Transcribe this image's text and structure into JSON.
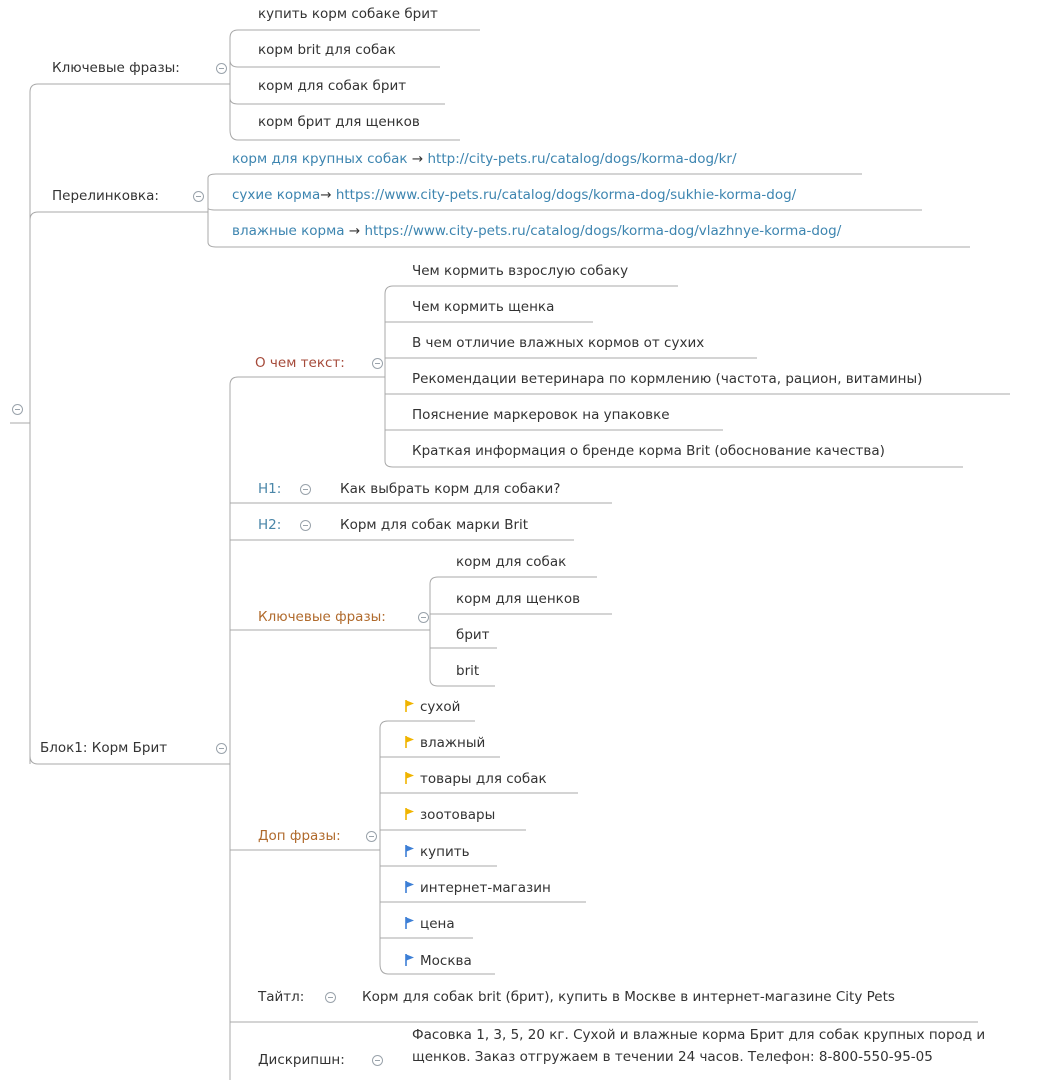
{
  "colors": {
    "line": "#a9a9a9",
    "link": "#3d85b0",
    "flag_yellow": "#f0b400",
    "flag_blue": "#3d7fd6"
  },
  "top_keyphrases": {
    "label": "Ключевые фразы:",
    "items": [
      "купить корм собаке брит",
      "корм brit для собак",
      "корм для собак брит",
      "корм брит для щенков"
    ]
  },
  "interlinking": {
    "label": "Перелинковка:",
    "items": [
      {
        "anchor": "корм для крупных собак",
        "arrow": "→",
        "url": "http://city-pets.ru/catalog/dogs/korma-dog/kr/"
      },
      {
        "anchor": "сухие корма",
        "arrow": "→",
        "url": "https://www.city-pets.ru/catalog/dogs/korma-dog/sukhie-korma-dog/"
      },
      {
        "anchor": "влажные корма",
        "arrow": "→",
        "url": "https://www.city-pets.ru/catalog/dogs/korma-dog/vlazhnye-korma-dog/"
      }
    ]
  },
  "block1": {
    "label": "Блок1: Корм Брит",
    "about": {
      "label": "О чем текст:",
      "items": [
        "Чем кормить взрослую собаку",
        "Чем кормить щенка",
        "В чем отличие влажных кормов от сухих",
        "Рекомендации ветеринара по кормлению (частота, рацион, витамины)",
        "Пояснение маркеровок на упаковке",
        "Краткая информация о бренде корма Brit (обоснование качества)"
      ]
    },
    "h1": {
      "label": "H1:",
      "value": "Как выбрать корм для собаки?"
    },
    "h2": {
      "label": "H2:",
      "value": "Корм для собак марки Brit"
    },
    "keyphrases": {
      "label": "Ключевые фразы:",
      "items": [
        "корм для собак",
        "корм для щенков",
        "брит",
        "brit"
      ]
    },
    "extra": {
      "label": "Доп фразы:",
      "items": [
        {
          "text": "сухой",
          "flag": "yellow"
        },
        {
          "text": "влажный",
          "flag": "yellow"
        },
        {
          "text": "товары для собак",
          "flag": "yellow"
        },
        {
          "text": "зоотовары",
          "flag": "yellow"
        },
        {
          "text": "купить",
          "flag": "blue"
        },
        {
          "text": "интернет-магазин",
          "flag": "blue"
        },
        {
          "text": "цена",
          "flag": "blue"
        },
        {
          "text": "Москва",
          "flag": "blue"
        }
      ]
    },
    "title": {
      "label": "Тайтл:",
      "value": "Корм для собак brit (брит), купить в Москве в интернет-магазине City Pets"
    },
    "description": {
      "label": "Дискрипшн:",
      "lines": [
        "Фасовка 1, 3, 5, 20 кг. Сухой и влажные корма Брит для собак крупных пород и",
        "щенков. Заказ отгружаем в течении 24 часов. Телефон: 8-800-550-95-05"
      ]
    }
  }
}
